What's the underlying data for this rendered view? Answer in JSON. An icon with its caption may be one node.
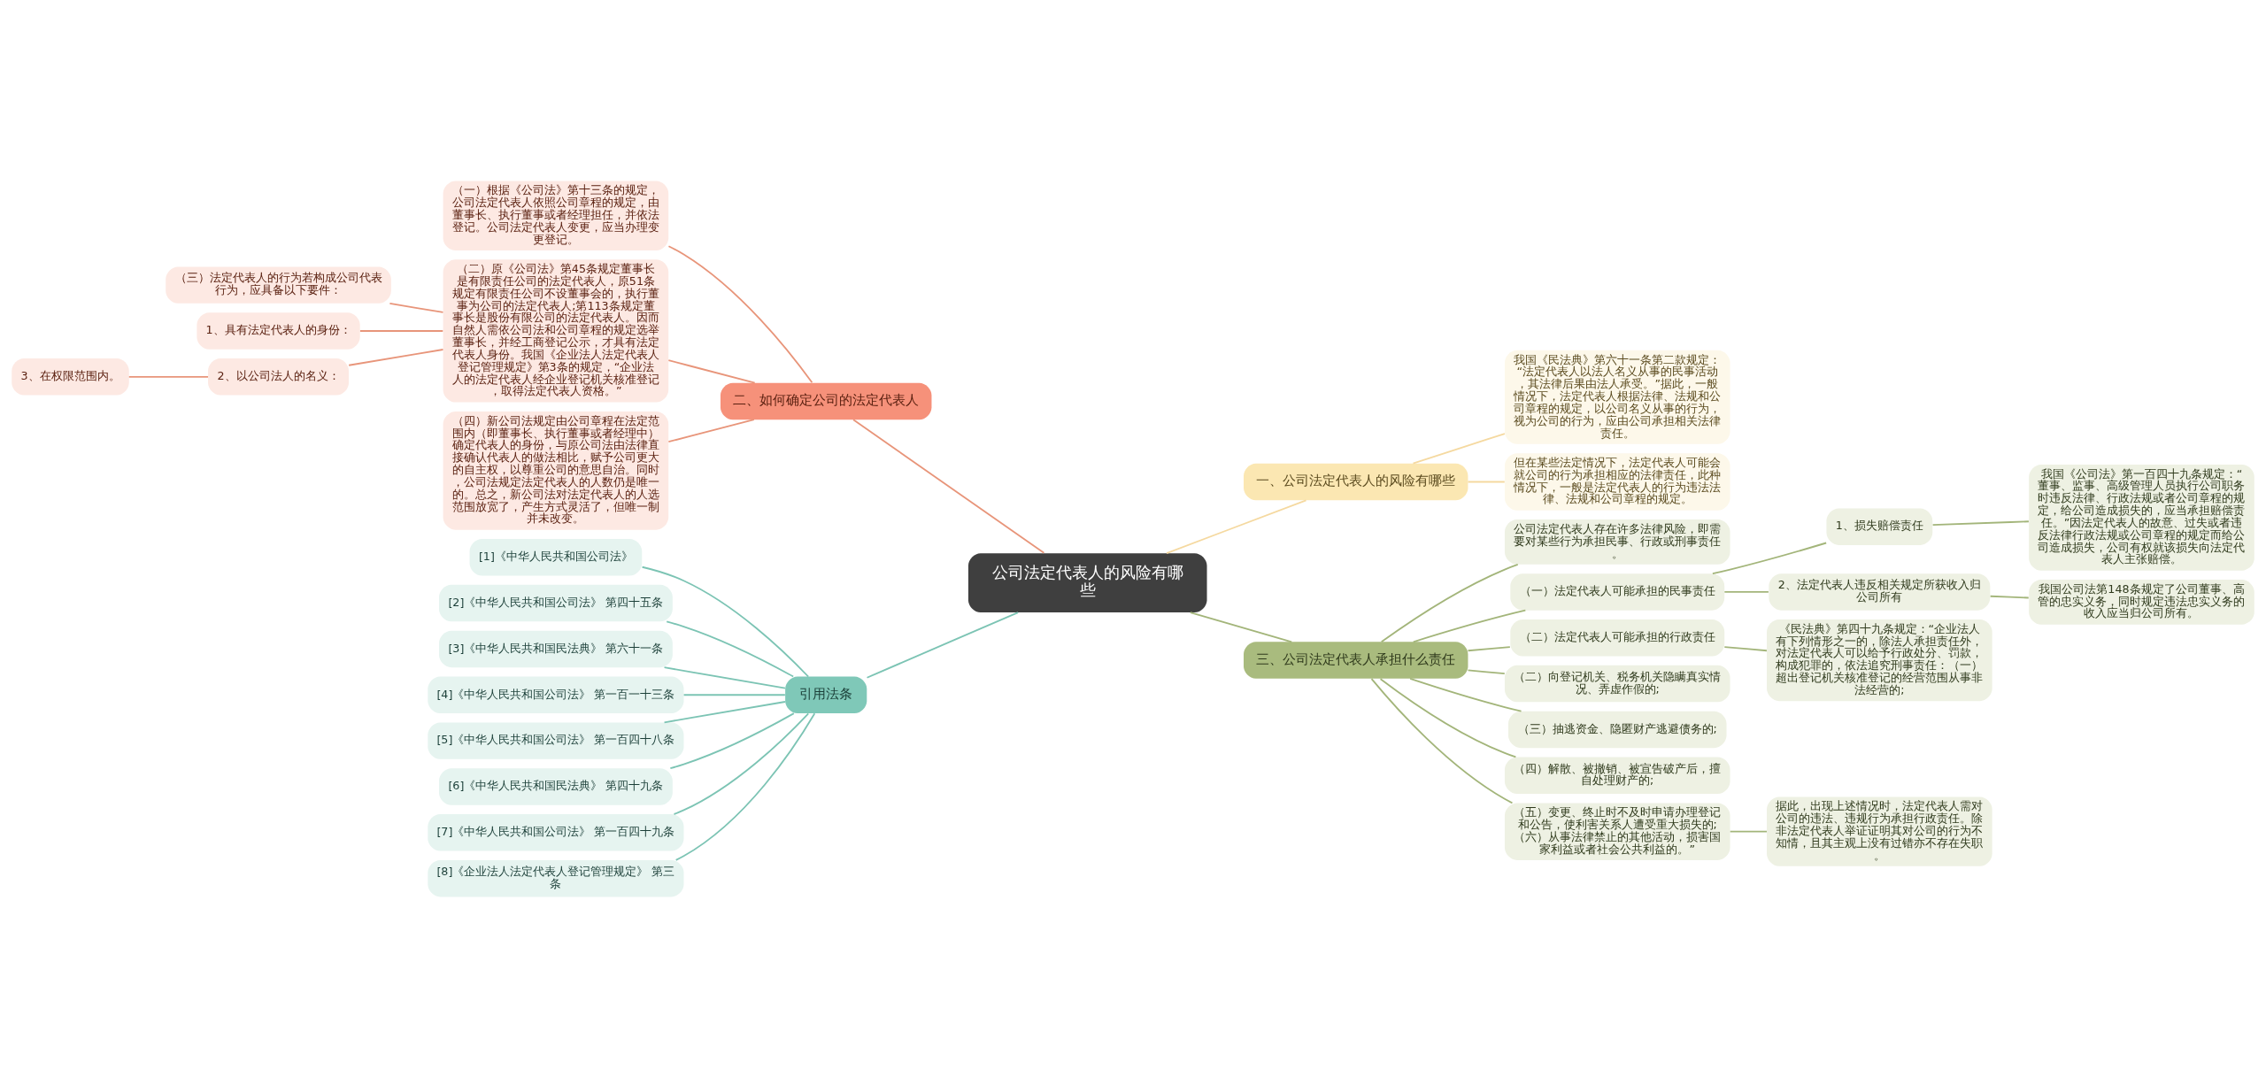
{
  "diagram": {
    "nodes": [
      {
        "text": [
          "公司法定代表人的风险有哪些"
        ]
      },
      {
        "text": [
          "一、公司法定代表人的风险有哪些"
        ]
      },
      {
        "text": [
          "我国《民法典》第六十一条第二款规定：“法定代表人以法人名义从事的民事活动，其法律后果由法人承受。”据此，一般情况下，法定代表人根据法律、法规和公司章程的规定，以公司名义从事的行为，视为公司的行为，应由公司承担相关法律责任。"
        ]
      },
      {
        "text": [
          "但在某些法定情况下，法定代表人可能会就公司的行为承担相应的法律责任，此种情况下，一般是法定代表人的行为违法法律、法规和公司章程的规定。"
        ]
      },
      {
        "text": [
          "三、公司法定代表人承担什么责任"
        ]
      },
      {
        "text": [
          "公司法定代表人存在许多法律风险，即需要对某些行为承担民事、行政或刑事责任。"
        ]
      },
      {
        "text": [
          "（一）法定代表人可能承担的民事责任"
        ]
      },
      {
        "text": [
          "1、损失赔偿责任"
        ]
      },
      {
        "text": [
          "我国《公司法》第一百四十九条规定：“董事、监事、高级管理人员执行公司职务时违反法律、行政法规或者公司章程的规定，给公司造成损失的，应当承担赔偿责任。”因法定代表人的故意、过失或者违反法律行政法规或公司章程的规定而给公司造成损失，公司有权就该损失向法定代表人主张赔偿。"
        ]
      },
      {
        "text": [
          "2、法定代表人违反相关规定所获收入归公司所有"
        ]
      },
      {
        "text": [
          "我国公司法第148条规定了公司董事、高管的忠实义务，同时规定违法忠实义务的收入应当归公司所有。"
        ]
      },
      {
        "text": [
          "（二）法定代表人可能承担的行政责任"
        ]
      },
      {
        "text": [
          "《民法典》第四十九条规定：“企业法人有下列情形之一的，除法人承担责任外，对法定代表人可以给予行政处分、罚款，构成犯罪的，依法追究刑事责任：（一）超出登记机关核准登记的经营范围从事非法经营的;"
        ]
      },
      {
        "text": [
          "（二）向登记机关、税务机关隐瞒真实情况、弄虚作假的;"
        ]
      },
      {
        "text": [
          "（三）抽逃资金、隐匿财产逃避债务的;"
        ]
      },
      {
        "text": [
          "（四）解散、被撤销、被宣告破产后，擅自处理财产的;"
        ]
      },
      {
        "text": [
          "（五）变更、终止时不及时申请办理登记和公告，使利害关系人遭受重大损失的;（六）从事法律禁止的其他活动，损害国家利益或者社会公共利益的。”"
        ]
      },
      {
        "text": [
          "据此，出现上述情况时，法定代表人需对公司的违法、违规行为承担行政责任。除非法定代表人举证证明其对公司的行为不知情，且其主观上没有过错亦不存在失职。"
        ]
      },
      {
        "text": [
          "二、如何确定公司的法定代表人"
        ]
      },
      {
        "text": [
          "（一）根据《公司法》第十三条的规定，公司法定代表人依照公司章程的规定，由董事长、执行董事或者经理担任，并依法登记。公司法定代表人变更，应当办理变更登记。"
        ]
      },
      {
        "text": [
          "（二）原《公司法》第45条规定董事长是有限责任公司的法定代表人，原51条规定有限责任公司不设董事会的，执行董事为公司的法定代表人;第113条规定董事长是股份有限公司的法定代表人。因而自然人需依公司法和公司章程的规定选举董事长，并经工商登记公示，才具有法定代表人身份。我国《企业法人法定代表人登记管理规定》第3条的规定，“企业法人的法定代表人经企业登记机关核准登记，取得法定代表人资格。”"
        ]
      },
      {
        "text": [
          "（三）法定代表人的行为若构成公司代表行为，应具备以下要件："
        ]
      },
      {
        "text": [
          "1、具有法定代表人的身份："
        ]
      },
      {
        "text": [
          "2、以公司法人的名义："
        ]
      },
      {
        "text": [
          "3、在权限范围内。"
        ]
      },
      {
        "text": [
          "（四）新公司法规定由公司章程在法定范围内（即董事长、执行董事或者经理中）确定代表人的身份，与原公司法由法律直接确认代表人的做法相比，赋予公司更大的自主权，以尊重公司的意思自治。同时，公司法规定法定代表人的人数仍是唯一的。总之，新公司法对法定代表人的人选范围放宽了，产生方式灵活了，但唯一制并未改变。"
        ]
      },
      {
        "text": [
          "引用法条"
        ]
      },
      {
        "text": [
          "[1]《中华人民共和国公司法》"
        ]
      },
      {
        "text": [
          "[2]《中华人民共和国公司法》 第四十五条"
        ]
      },
      {
        "text": [
          "[3]《中华人民共和国民法典》 第六十一条"
        ]
      },
      {
        "text": [
          "[4]《中华人民共和国公司法》 第一百一十三条"
        ]
      },
      {
        "text": [
          "[5]《中华人民共和国公司法》 第一百四十八条"
        ]
      },
      {
        "text": [
          "[6]《中华人民共和国民法典》 第四十九条"
        ]
      },
      {
        "text": [
          "[7]《中华人民共和国公司法》 第一百四十九条"
        ]
      },
      {
        "text": [
          "[8]《企业法人法定代表人登记管理规定》 第三条"
        ]
      }
    ],
    "edges": [
      {
        "from": 0,
        "to": 1,
        "arrow": "none",
        "color": "#f5d9a0"
      },
      {
        "from": 1,
        "to": 2,
        "arrow": "none",
        "color": "#f5d9a0"
      },
      {
        "from": 1,
        "to": 3,
        "arrow": "none",
        "color": "#f5d9a0"
      },
      {
        "from": 0,
        "to": 4,
        "arrow": "none"
      },
      {
        "from": 4,
        "to": 5,
        "arrow": "none"
      },
      {
        "from": 4,
        "to": 6,
        "arrow": "none"
      },
      {
        "from": 6,
        "to": 7,
        "arrow": "none"
      },
      {
        "from": 7,
        "to": 8,
        "arrow": "none"
      },
      {
        "from": 6,
        "to": 9,
        "arrow": "none"
      },
      {
        "from": 9,
        "to": 10,
        "arrow": "none"
      },
      {
        "from": 4,
        "to": 11,
        "arrow": "none"
      },
      {
        "from": 11,
        "to": 12,
        "arrow": "none"
      },
      {
        "from": 4,
        "to": 13,
        "arrow": "none"
      },
      {
        "from": 4,
        "to": 14,
        "arrow": "none"
      },
      {
        "from": 4,
        "to": 15,
        "arrow": "none"
      },
      {
        "from": 4,
        "to": 16,
        "arrow": "none"
      },
      {
        "from": 16,
        "to": 17,
        "arrow": "none"
      },
      {
        "from": 0,
        "to": 18,
        "arrow": "none",
        "color": "#e8957a"
      },
      {
        "from": 18,
        "to": 19,
        "arrow": "none",
        "color": "#e8957a"
      },
      {
        "from": 18,
        "to": 20,
        "arrow": "none",
        "color": "#e8957a"
      },
      {
        "from": 20,
        "to": 21,
        "arrow": "none",
        "color": "#e8957a"
      },
      {
        "from": 20,
        "to": 22,
        "arrow": "none",
        "color": "#e8957a"
      },
      {
        "from": 20,
        "to": 23,
        "arrow": "none",
        "color": "#e8957a"
      },
      {
        "from": 23,
        "to": 24,
        "arrow": "none",
        "color": "#e8957a"
      },
      {
        "from": 18,
        "to": 25,
        "arrow": "none",
        "color": "#e8957a"
      },
      {
        "from": 0,
        "to": 26,
        "arrow": "none",
        "color": "#7cc4b4"
      },
      {
        "from": 26,
        "to": 27,
        "arrow": "none",
        "color": "#7cc4b4"
      },
      {
        "from": 26,
        "to": 28,
        "arrow": "none",
        "color": "#7cc4b4"
      },
      {
        "from": 26,
        "to": 29,
        "arrow": "none",
        "color": "#7cc4b4"
      },
      {
        "from": 26,
        "to": 30,
        "arrow": "none",
        "color": "#7cc4b4"
      },
      {
        "from": 26,
        "to": 31,
        "arrow": "none",
        "color": "#7cc4b4"
      },
      {
        "from": 26,
        "to": 32,
        "arrow": "none",
        "color": "#7cc4b4"
      },
      {
        "from": 26,
        "to": 33,
        "arrow": "none",
        "color": "#7cc4b4"
      },
      {
        "from": 26,
        "to": 34,
        "arrow": "none",
        "color": "#7cc4b4"
      }
    ]
  }
}
